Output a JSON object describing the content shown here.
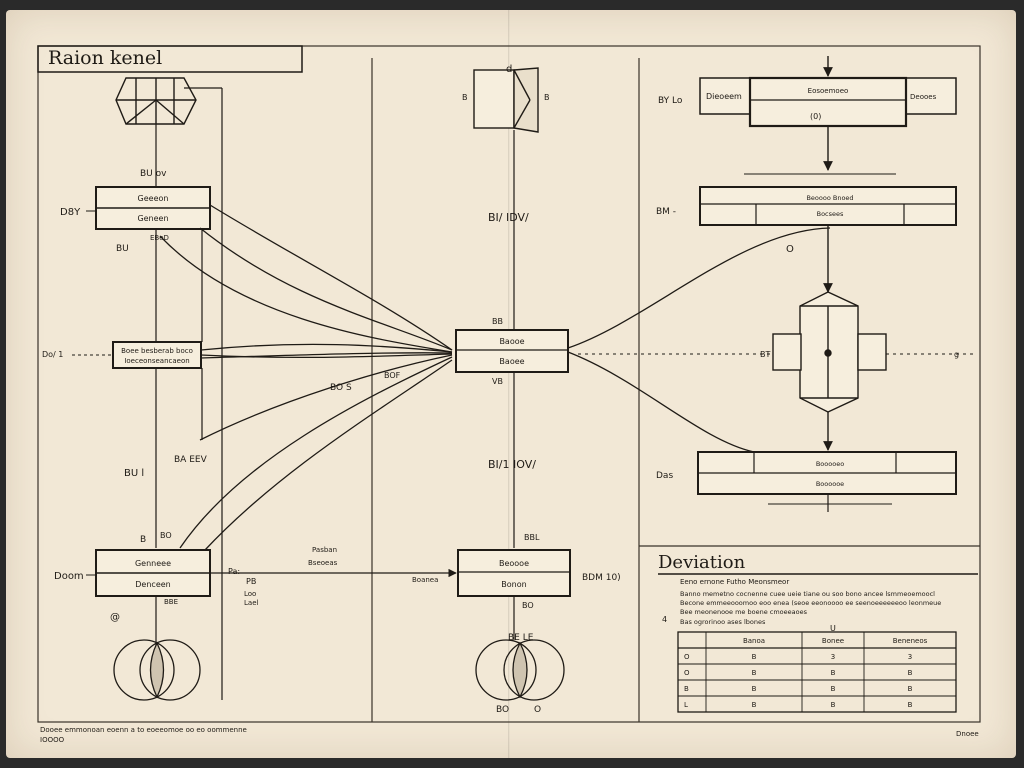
{
  "title": "Raion kenel",
  "deviation": {
    "heading": "Deviation",
    "subtitle": "Eeno ernone Futho Meonsmeor",
    "paragraph_lines": [
      "Banno memetno cocnenne cuee ueie tiane ou soo bono ancee lsmmeoemoocl",
      "Becone emmeeooomoo eoo enea (seoe eeonoooo ee seenoeeeeeeoo leonmeue",
      "Bee meonenooe me boene cmoeeaoes"
    ],
    "note_marker": "4",
    "small_label": "Bas ogrorinoo ases lbones",
    "table": {
      "headers": [
        "Banoa",
        "Bonee",
        "Beneneos"
      ],
      "header_mark": "U",
      "rows": [
        [
          "O",
          "B",
          "3",
          "3"
        ],
        [
          "O",
          "B",
          "B",
          "B"
        ],
        [
          "B",
          "B",
          "B",
          "B"
        ],
        [
          "L",
          "B",
          "B",
          "B"
        ]
      ]
    }
  },
  "left_panel": {
    "box_top": [
      "Geeeon",
      "Geneen"
    ],
    "box_mid": [
      "Boee besberab boco",
      "Ioeceonseancaeon"
    ],
    "box_bottom": [
      "Genneee",
      "Denceen"
    ],
    "labels": {
      "box_top_side": "D8Y",
      "box_mid_side": "Do/ 1",
      "box_bottom_side": "Doom",
      "above_box_top": "BU ov",
      "below_box_top_a": "BU",
      "below_box_top_b": "EBeD",
      "mid_left_a": "BU l",
      "bottom_above_a": "B",
      "bottom_above_b": "BO",
      "right_a": "Pa:",
      "right_b": "PB",
      "bottom_right_a": "Loo",
      "bottom_right_b": "Lael",
      "bottom_right_c": "BBE",
      "near_arrows": "BA EEV",
      "mid_arrows": "BO S"
    }
  },
  "center_panel": {
    "box_center": [
      "Baooe",
      "Baoee"
    ],
    "box_bottom": [
      "Beoooe",
      "Bonon"
    ],
    "labels": {
      "top_mark": "d",
      "top_side_a": "B",
      "top_side_b": "B",
      "upper_stem": "BI/ IDV/",
      "above_center": "BB",
      "below_center": "VB",
      "lower_stem": "BI/1 IOV/",
      "above_bottom": "BBL",
      "left_of_bottom": "Boanea",
      "arrow_label": "Pasban",
      "below_bottom_a": "BO",
      "venn_top": "BE LE",
      "venn_bottom_a": "BO",
      "venn_bottom_b": "O",
      "right_of_bottom": "BDM 10)"
    }
  },
  "right_panel": {
    "box_top": "Eosoemoeo",
    "box_top_left": "Dieoeem",
    "box_top_right": "Deooes",
    "box_top_under": "(0)",
    "box_two": "Beoooo Bnoed",
    "box_two_sub": "Bocsees",
    "box_bottom": [
      "Booooeo",
      "Boooooe"
    ],
    "labels": {
      "side_top": "BY Lo",
      "side_two": "BM -",
      "side_bottom": "Das",
      "curve_mark": "O",
      "dash_right": "BT",
      "dash_mark": "g"
    }
  },
  "footer": {
    "left_line": "Dooee emmonoan eoenn a to eoeeomoe oo eo oommenne",
    "left_sub": "IOOOO",
    "right": "Dnoee"
  }
}
